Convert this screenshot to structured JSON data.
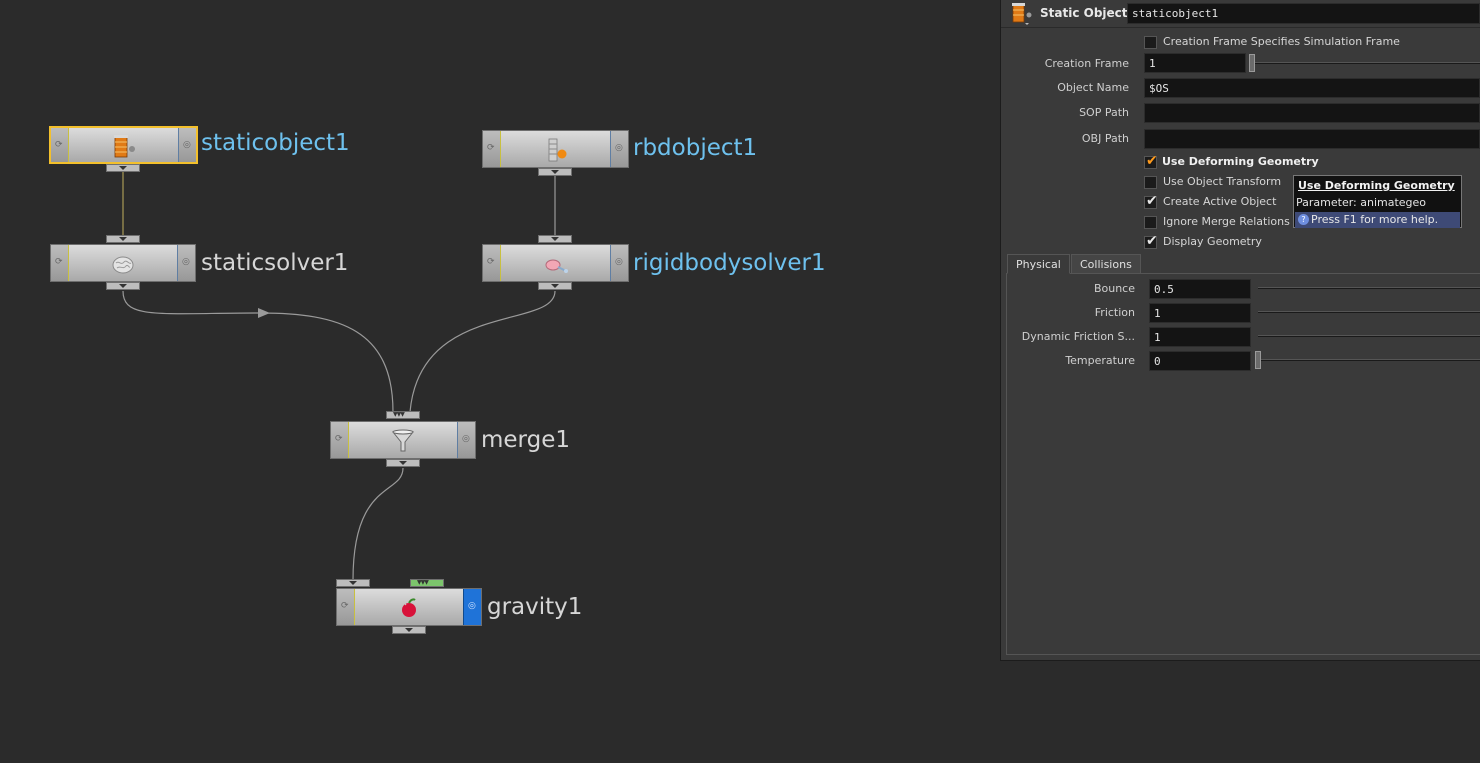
{
  "network": {
    "nodes": [
      {
        "id": "staticobject1",
        "label": "staticobject1",
        "icon": "brick-wall-ball-icon",
        "label_color": "#6ec1ee",
        "selected": true
      },
      {
        "id": "rbdobject1",
        "label": "rbdobject1",
        "icon": "brick-pillar-ball-icon",
        "label_color": "#6ec1ee",
        "selected": false
      },
      {
        "id": "staticsolver1",
        "label": "staticsolver1",
        "icon": "brain-icon",
        "label_color": "#d6d6d6",
        "selected": false
      },
      {
        "id": "rigidbodysolver1",
        "label": "rigidbodysolver1",
        "icon": "rigid-brain-icon",
        "label_color": "#6ec1ee",
        "selected": false
      },
      {
        "id": "merge1",
        "label": "merge1",
        "icon": "funnel-icon",
        "label_color": "#d6d6d6",
        "selected": false
      },
      {
        "id": "gravity1",
        "label": "gravity1",
        "icon": "apple-icon",
        "label_color": "#d6d6d6",
        "selected": false
      }
    ]
  },
  "params": {
    "node_type": "Static Object",
    "node_name": "staticobject1",
    "creation_frame_specifies": {
      "label": "Creation Frame Specifies Simulation Frame",
      "checked": false
    },
    "creation_frame": {
      "label": "Creation Frame",
      "value": "1"
    },
    "object_name": {
      "label": "Object Name",
      "value": "$OS"
    },
    "sop_path": {
      "label": "SOP Path",
      "value": ""
    },
    "obj_path": {
      "label": "OBJ Path",
      "value": ""
    },
    "use_deforming_geometry": {
      "label": "Use Deforming Geometry",
      "checked": true
    },
    "use_object_transform": {
      "label": "Use Object Transform",
      "checked": false
    },
    "create_active_object": {
      "label": "Create Active Object",
      "checked": true
    },
    "ignore_merge_relations": {
      "label": "Ignore Merge Relations",
      "checked": false
    },
    "display_geometry": {
      "label": "Display Geometry",
      "checked": true
    },
    "tabs": [
      {
        "label": "Physical",
        "active": true
      },
      {
        "label": "Collisions",
        "active": false
      }
    ],
    "bounce": {
      "label": "Bounce",
      "value": "0.5",
      "level": 0.5
    },
    "friction": {
      "label": "Friction",
      "value": "1",
      "level": 1
    },
    "dynamic_friction": {
      "label": "Dynamic Friction S...",
      "value": "1",
      "level": 1
    },
    "temperature": {
      "label": "Temperature",
      "value": "0",
      "level": 0
    }
  },
  "tooltip": {
    "title": "Use Deforming Geometry",
    "parameter": "Parameter: animategeo",
    "help": "Press F1 for more help."
  },
  "colors": {
    "background": "#2b2b2b",
    "selected_outline": "#f3c02c",
    "display_flag": "#1f73d8",
    "label_blue": "#6ec1ee",
    "check_orange": "#ff9b1d"
  }
}
